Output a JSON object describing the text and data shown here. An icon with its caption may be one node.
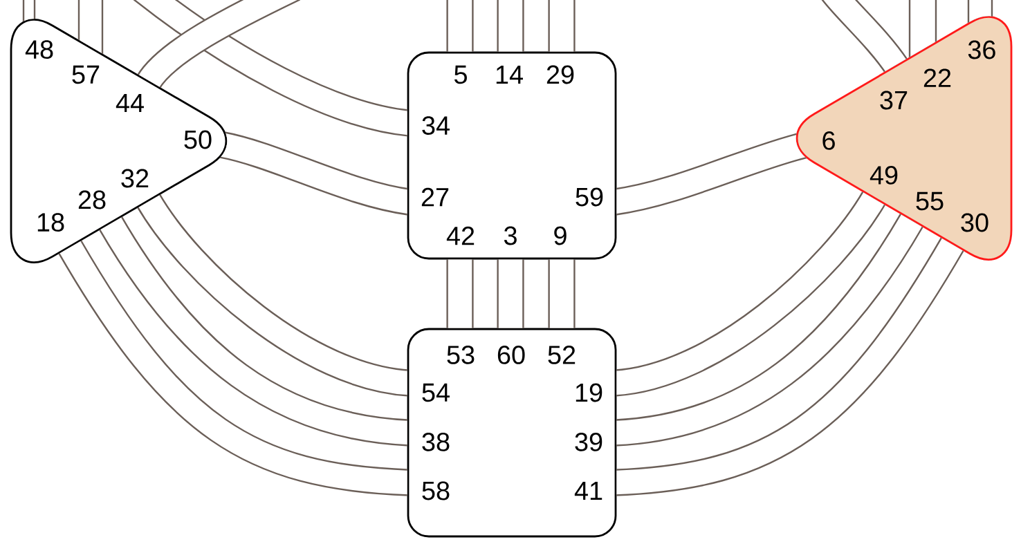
{
  "diagram": {
    "nodes": [
      {
        "text": [
          "48",
          "57",
          "44",
          "50",
          "32",
          "28",
          "18"
        ]
      },
      {
        "text": [
          "5",
          "14",
          "29",
          "34",
          "27",
          "59",
          "42",
          "3",
          "9"
        ]
      },
      {
        "text": [
          "36",
          "22",
          "37",
          "6",
          "49",
          "55",
          "30"
        ]
      },
      {
        "text": [
          "53",
          "60",
          "52",
          "54",
          "19",
          "38",
          "39",
          "58",
          "41"
        ]
      }
    ],
    "edges": [
      {
        "from": 1,
        "to": null,
        "arrow": "none"
      },
      {
        "from": 1,
        "to": null,
        "arrow": "none"
      },
      {
        "from": 1,
        "to": null,
        "arrow": "none"
      },
      {
        "from": 1,
        "to": null,
        "arrow": "none"
      },
      {
        "from": 0,
        "to": null,
        "arrow": "none"
      },
      {
        "from": 0,
        "to": null,
        "arrow": "none"
      },
      {
        "from": 0,
        "to": null,
        "arrow": "none"
      },
      {
        "from": 2,
        "to": null,
        "arrow": "none"
      },
      {
        "from": 2,
        "to": null,
        "arrow": "none"
      },
      {
        "from": 2,
        "to": null,
        "arrow": "none"
      },
      {
        "from": 0,
        "to": 1,
        "arrow": "none"
      },
      {
        "from": 1,
        "to": 2,
        "arrow": "none"
      },
      {
        "from": 1,
        "to": 3,
        "arrow": "none"
      },
      {
        "from": 1,
        "to": 3,
        "arrow": "none"
      },
      {
        "from": 1,
        "to": 3,
        "arrow": "none"
      },
      {
        "from": 0,
        "to": 3,
        "arrow": "none"
      },
      {
        "from": 0,
        "to": 3,
        "arrow": "none"
      },
      {
        "from": 0,
        "to": 3,
        "arrow": "none"
      },
      {
        "from": 2,
        "to": 3,
        "arrow": "none"
      },
      {
        "from": 2,
        "to": 3,
        "arrow": "none"
      },
      {
        "from": 2,
        "to": 3,
        "arrow": "none"
      }
    ]
  }
}
